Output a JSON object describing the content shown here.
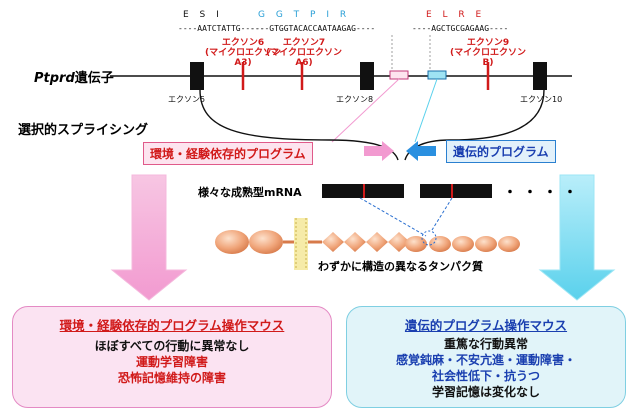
{
  "sequences": {
    "left": {
      "aa": "E S I",
      "nt": "----AATCTATTG-----"
    },
    "middle": {
      "aa": "G G T P I R",
      "nt": "----GTGGTACACCAATAAGAG----"
    },
    "right": {
      "aa": "E L R E",
      "nt": "----AGCTGCGAGAAG----"
    }
  },
  "gene": {
    "name": "Ptprd",
    "suffix": "遺伝子"
  },
  "exons": {
    "exon6": "エクソン6\n(マイクロエクソンA3)",
    "exon7": "エクソン7\n(マイクロエクソンA6)",
    "exon9": "エクソン9\n(マイクロエクソンB)",
    "exon5": "エクソン5",
    "exon8": "エクソン8",
    "exon10": "エクソン10"
  },
  "heading": "選択的スプライシング",
  "programs": {
    "environment": "環境・経験依存的プログラム",
    "genetic": "遺伝的プログラム"
  },
  "mrna_label": "様々な成熟型mRNA",
  "mrna_more": "・・・・",
  "protein_label": "わずかに構造の異なるタンパク質",
  "results": {
    "left": {
      "title": "環境・経験依存的プログラム操作マウス",
      "lines": [
        "ほぼすべての行動に異常なし",
        "運動学習障害",
        "恐怖記憶維持の障害"
      ]
    },
    "right": {
      "title": "遺伝的プログラム操作マウス",
      "lines": [
        "重篤な行動異常",
        "感覚鈍麻・不安亢進・運動障害・",
        "社会性低下・抗うつ",
        "学習記憶は変化なし"
      ]
    }
  },
  "colors": {
    "exon_black": "#111111",
    "micro_red": "#d11a1a",
    "env_pink": "#f7a6d3",
    "genetic_blue": "#5ad1ec",
    "protein_orange": "#f0a57a",
    "membrane_yellow": "#e8d36a"
  }
}
